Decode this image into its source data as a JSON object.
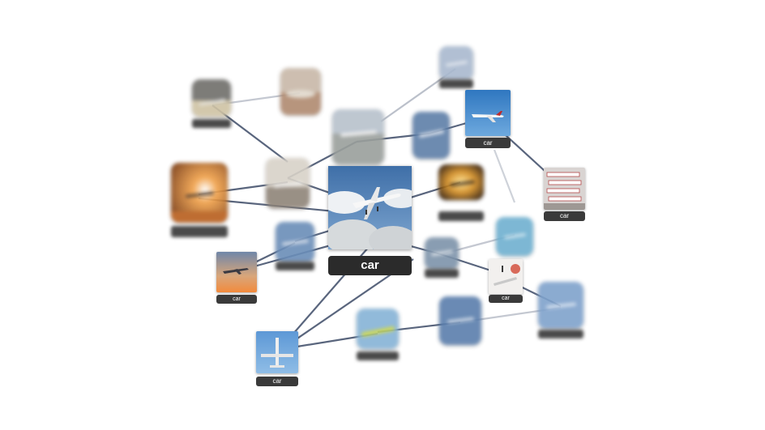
{
  "graph": {
    "center": {
      "label": "car",
      "icon": "airplane-takeoff-clouds-image"
    },
    "nodes": [
      {
        "id": "n-plane-blue-sky",
        "label": "car",
        "icon": "airplane-blue-sky-image"
      },
      {
        "id": "n-runway-stacked",
        "label": "car",
        "icon": "parked-airplanes-image"
      },
      {
        "id": "n-sunset-flight",
        "label": "car",
        "icon": "airplane-sunset-image"
      },
      {
        "id": "n-white-plane-red",
        "label": "car",
        "icon": "airplane-drawing-image"
      },
      {
        "id": "n-overhead-plane",
        "label": "car",
        "icon": "airplane-overhead-image"
      }
    ]
  }
}
